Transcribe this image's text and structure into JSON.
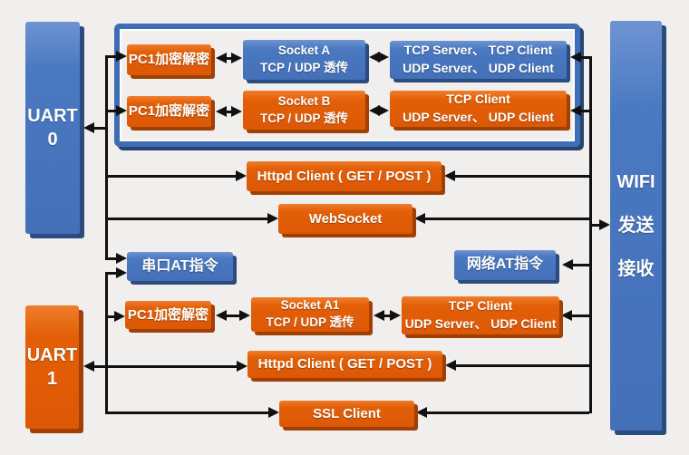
{
  "diagram": {
    "uart0": {
      "line1": "UART",
      "line2": "0"
    },
    "uart1": {
      "line1": "UART",
      "line2": "1"
    },
    "wifi": {
      "line1": "WIFI",
      "line2": "发送",
      "line3": "接收"
    },
    "encrypt1": "PC1加密解密",
    "encrypt2": "PC1加密解密",
    "encrypt3": "PC1加密解密",
    "socket_a": {
      "line1": "Socket A",
      "line2": "TCP / UDP 透传"
    },
    "socket_b": {
      "line1": "Socket B",
      "line2": "TCP / UDP 透传"
    },
    "socket_a1": {
      "line1": "Socket A1",
      "line2": "TCP / UDP 透传"
    },
    "tcp_row1": {
      "line1": "TCP Server、 TCP Client",
      "line2": "UDP Server、 UDP Client"
    },
    "tcp_row2": {
      "line1": "TCP Client",
      "line2": "UDP Server、 UDP Client"
    },
    "tcp_row3": {
      "line1": "TCP Client",
      "line2": "UDP Server、 UDP Client"
    },
    "httpd1": "Httpd Client ( GET / POST )",
    "httpd2": "Httpd Client ( GET / POST )",
    "websocket": "WebSocket",
    "serial_at": "串口AT指令",
    "net_at": "网络AT指令",
    "ssl": "SSL Client",
    "colors": {
      "blue": "#4a79c1",
      "blue_dark": "#2c4b7e",
      "orange": "#e25f07",
      "orange_dark": "#a04004",
      "frame_blue": "#3e6db5",
      "background": "#f0efed",
      "connector": "#111111"
    }
  }
}
